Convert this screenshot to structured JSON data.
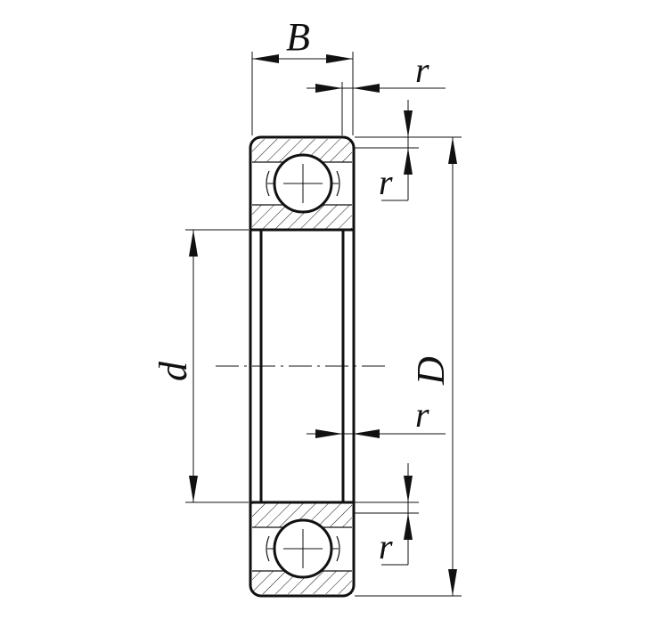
{
  "labels": {
    "width": "B",
    "bore": "d",
    "outer": "D",
    "radius_top_axial": "r",
    "radius_top_radial": "r",
    "radius_inner": "r",
    "radius_bottom_radial": "r"
  }
}
